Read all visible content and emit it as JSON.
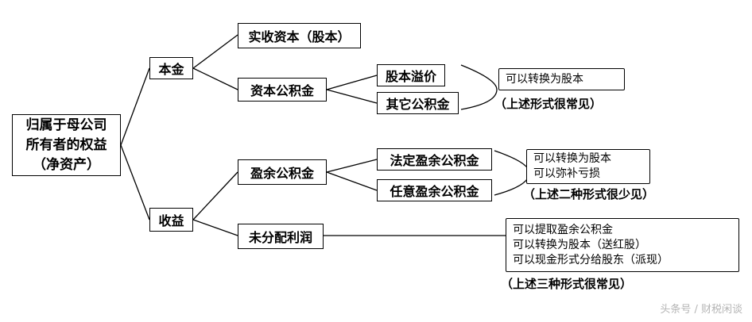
{
  "root": {
    "line1": "归属于母公司",
    "line2": "所有者的权益",
    "line3": "（净资产）"
  },
  "level1": {
    "principal": "本金",
    "earnings": "收益"
  },
  "level2": {
    "paid_in_capital": "实收资本（股本）",
    "capital_reserve": "资本公积金",
    "surplus_reserve": "盈余公积金",
    "undistributed_profit": "未分配利润"
  },
  "level3": {
    "share_premium": "股本溢价",
    "other_capital_reserve": "其它公积金",
    "statutory_surplus": "法定盈余公积金",
    "discretionary_surplus": "任意盈余公积金"
  },
  "notes": {
    "capital_reserve": {
      "lines": [
        "可以转换为股本"
      ],
      "caption": "（上述形式很常见）"
    },
    "surplus_reserve": {
      "lines": [
        "可以转换为股本",
        "可以弥补亏损"
      ],
      "caption": "（上述二种形式很少见）"
    },
    "undistributed_profit": {
      "lines": [
        "可以提取盈余公积金",
        "可以转换为股本（送红股）",
        "可以现金形式分给股东（派现）"
      ],
      "caption": "（上述三种形式很常见）"
    }
  },
  "watermark": "头条号 / 财税闲谈"
}
